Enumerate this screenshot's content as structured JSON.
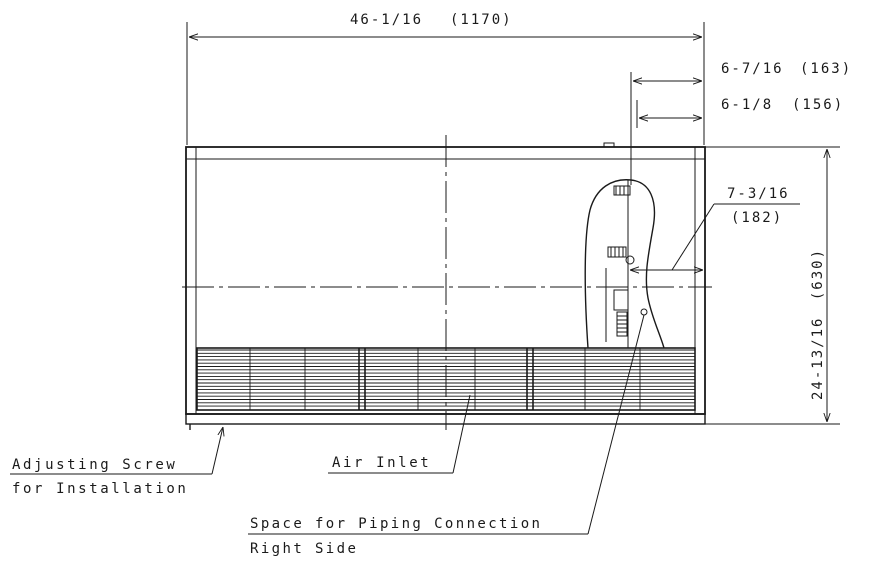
{
  "dimensions": {
    "width": {
      "fraction": "46-1/16",
      "metric": "(1170)"
    },
    "dim_163": {
      "fraction": "6-7/16",
      "metric": "(163)"
    },
    "dim_156": {
      "fraction": "6-1/8",
      "metric": "(156)"
    },
    "dim_182": {
      "fraction": "7-3/16",
      "metric": "(182)"
    },
    "height": {
      "fraction": "24-13/16",
      "metric": "(630)"
    }
  },
  "labels": {
    "adjusting_screw_line1": "Adjusting Screw",
    "adjusting_screw_line2": "for Installation",
    "air_inlet": "Air Inlet",
    "piping_line1": "Space for Piping Connection",
    "piping_line2": "Right Side"
  }
}
